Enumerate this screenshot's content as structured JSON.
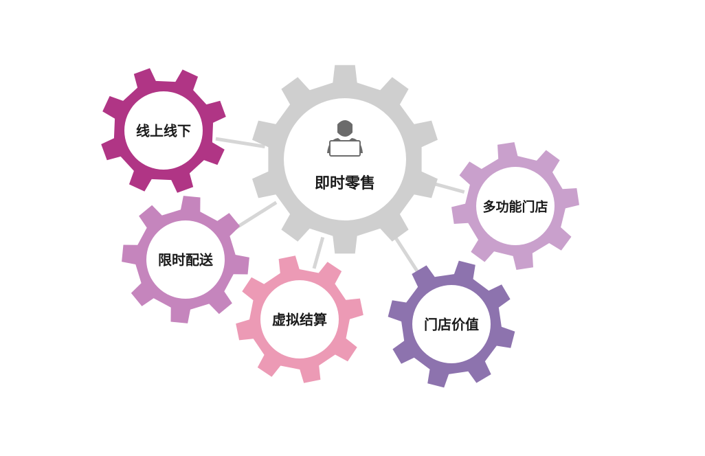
{
  "center": {
    "label": "即时零售",
    "color": "#cfcfcf",
    "icon": "person-at-laptop-icon",
    "icon_color": "#6b6b6b"
  },
  "gears": [
    {
      "id": "online-offline",
      "label": "线上线下",
      "color": "#b03585"
    },
    {
      "id": "timed-delivery",
      "label": "限时配送",
      "color": "#c585bd"
    },
    {
      "id": "virtual-settlement",
      "label": "虚拟结算",
      "color": "#ec9ab5"
    },
    {
      "id": "store-value",
      "label": "门店价值",
      "color": "#8d73ae"
    },
    {
      "id": "multifunction-store",
      "label": "多功能门店",
      "color": "#c9a0cc"
    }
  ],
  "connector_color": "#d6d6d6"
}
